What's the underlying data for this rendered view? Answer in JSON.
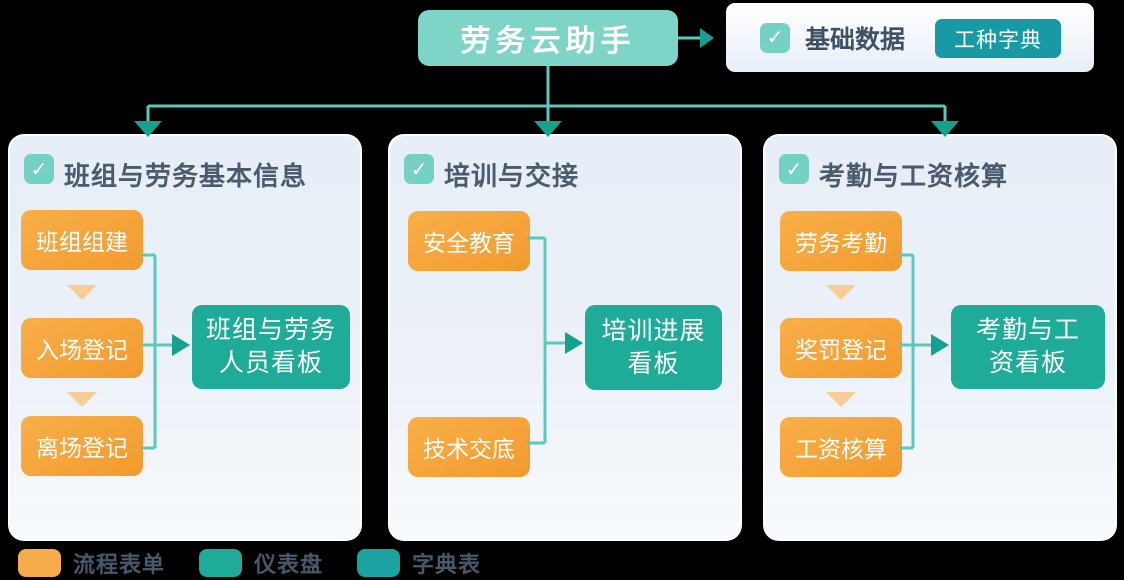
{
  "root_node": {
    "label": "劳务云助手"
  },
  "base_data_card": {
    "checkbox_glyph": "✓",
    "label": "基础数据",
    "dict_button": "工种字典"
  },
  "panels": [
    {
      "title": "班组与劳务基本信息",
      "checkbox_glyph": "✓",
      "steps": [
        "班组组建",
        "入场登记",
        "离场登记"
      ],
      "dashboard": {
        "line1": "班组与劳务",
        "line2": "人员看板"
      }
    },
    {
      "title": "培训与交接",
      "checkbox_glyph": "✓",
      "steps": [
        "安全教育",
        "技术交底"
      ],
      "dashboard": {
        "line1": "培训进展",
        "line2": "看板"
      }
    },
    {
      "title": "考勤与工资核算",
      "checkbox_glyph": "✓",
      "steps": [
        "劳务考勤",
        "奖罚登记",
        "工资核算"
      ],
      "dashboard": {
        "line1": "考勤与工",
        "line2": "资看板"
      }
    }
  ],
  "legend": [
    {
      "label": "流程表单",
      "color": "#F6AC4A"
    },
    {
      "label": "仪表盘",
      "color": "#1EAB97"
    },
    {
      "label": "字典表",
      "color": "#1CA2A0"
    }
  ],
  "colors": {
    "root_fill": "#7FD4C8",
    "step_fill": "#F5A238",
    "dashboard_fill": "#1EAB97",
    "dict_button_fill": "#1899A6",
    "connector": "#5AC8BB",
    "arrowhead": "#14A18D",
    "panel_fill": "#ECF1F8",
    "title_text": "#4A5B6E"
  }
}
